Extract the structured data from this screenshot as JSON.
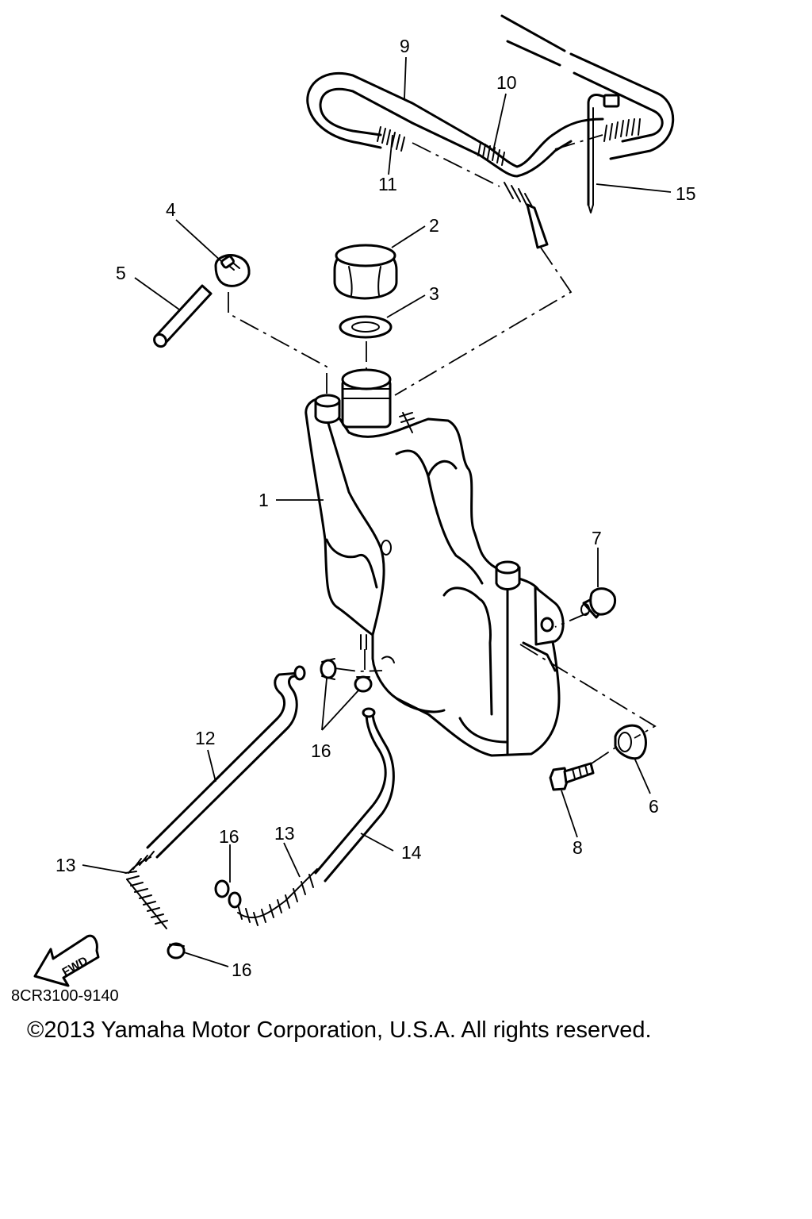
{
  "diagram": {
    "code": "8CR3100-9140",
    "copyright": "©2013 Yamaha Motor Corporation, U.S.A. All rights reserved.",
    "fwd_label": "FWD",
    "callouts": {
      "c1": "1",
      "c2": "2",
      "c3": "3",
      "c4": "4",
      "c5": "5",
      "c6": "6",
      "c7": "7",
      "c8": "8",
      "c9": "9",
      "c10": "10",
      "c11": "11",
      "c12": "12",
      "c13a": "13",
      "c13b": "13",
      "c14": "14",
      "c15": "15",
      "c16a": "16",
      "c16b": "16",
      "c16c": "16"
    }
  }
}
